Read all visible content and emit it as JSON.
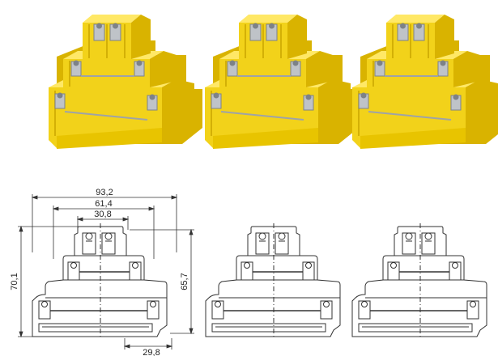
{
  "products": [
    {
      "view": "photo",
      "colors": {
        "body": "#f2d21a",
        "shade": "#d9b300",
        "light": "#ffe866",
        "metal": "#bfc3c8",
        "screw": "#7d8288"
      }
    },
    {
      "view": "photo",
      "colors": {
        "body": "#f2d21a",
        "shade": "#d9b300",
        "light": "#ffe866",
        "metal": "#bfc3c8",
        "screw": "#7d8288"
      }
    },
    {
      "view": "photo",
      "colors": {
        "body": "#f2d21a",
        "shade": "#d9b300",
        "light": "#ffe866",
        "metal": "#bfc3c8",
        "screw": "#7d8288"
      }
    }
  ],
  "drawings": [
    {
      "view": "dimensioned-outline"
    },
    {
      "view": "outline"
    },
    {
      "view": "outline"
    }
  ],
  "dimensions": {
    "overall_width": "93,2",
    "middle_width": "61,4",
    "top_width": "30,8",
    "overall_height": "70,1",
    "rail_height": "65,7",
    "base_offset": "29,8"
  },
  "line_color": "#333333"
}
